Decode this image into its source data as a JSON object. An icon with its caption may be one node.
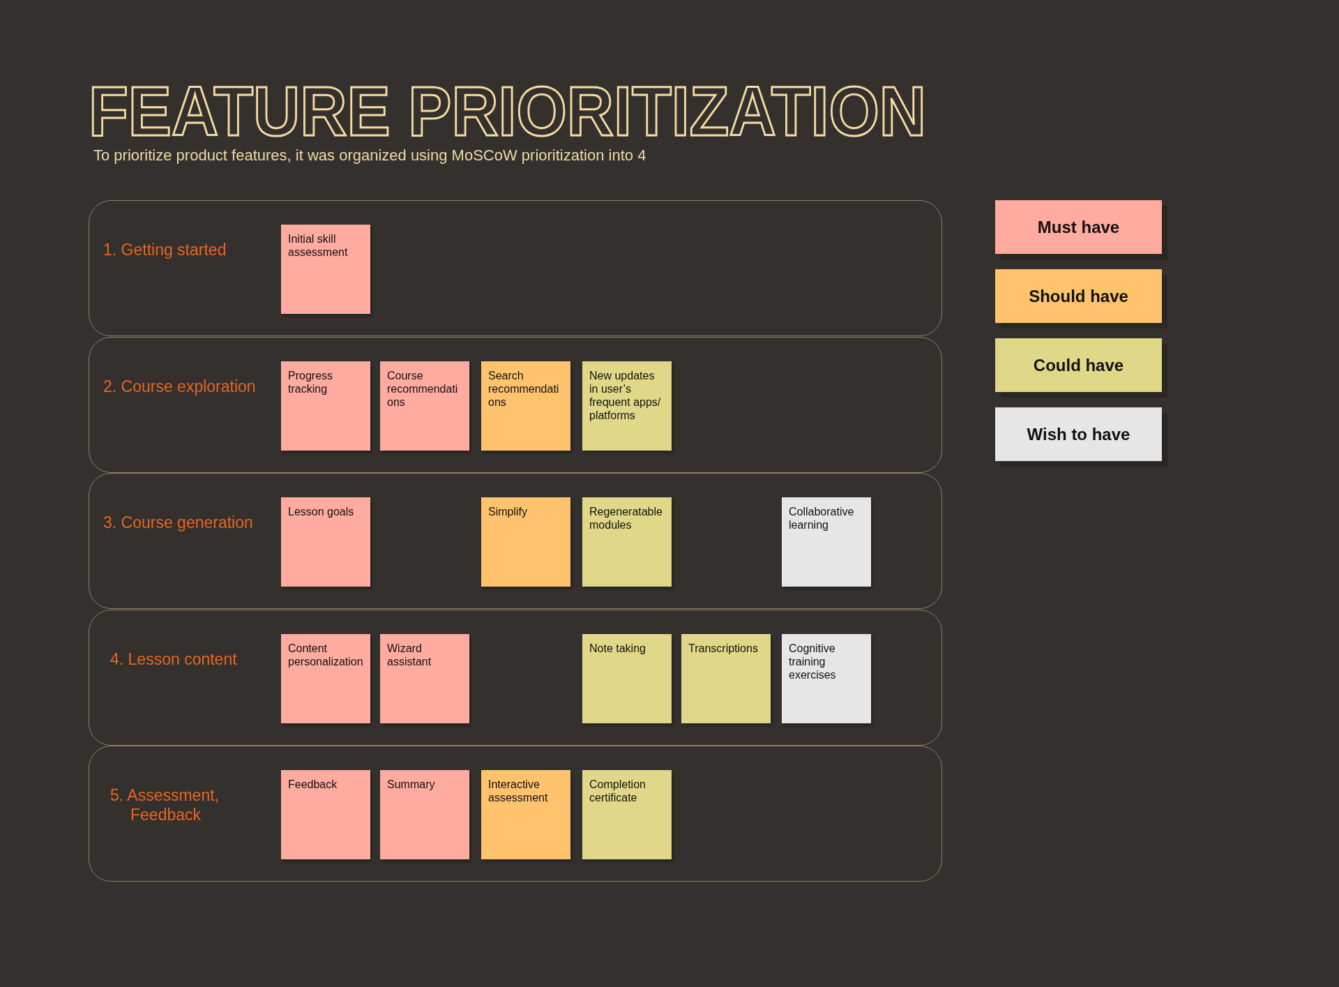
{
  "diagram": {
    "title": "FEATURE PRIORITIZATION",
    "caption": "To prioritize product features, it was organized using MoSCoW prioritization into 4",
    "nodes": [
      {
        "text": [
          "1. Getting started"
        ]
      },
      {
        "text": [
          "Initial skill assessment"
        ],
        "in": 0
      },
      {
        "text": [
          "2. Course exploration"
        ]
      },
      {
        "text": [
          "Progress tracking"
        ],
        "in": 2
      },
      {
        "text": [
          "Course recommendations"
        ],
        "in": 2
      },
      {
        "text": [
          "Search recommendations"
        ],
        "in": 2
      },
      {
        "text": [
          "New updates in user’s frequent apps/ platforms"
        ],
        "in": 2
      },
      {
        "text": [
          "3. Course generation"
        ]
      },
      {
        "text": [
          "Lesson goals"
        ],
        "in": 7
      },
      {
        "text": [
          "Simplify"
        ],
        "in": 7
      },
      {
        "text": [
          "Regeneratable modules"
        ],
        "in": 7
      },
      {
        "text": [
          "Collaborative learning"
        ],
        "in": 7
      },
      {
        "text": [
          "4. Lesson content"
        ]
      },
      {
        "text": [
          "Content personalization"
        ],
        "in": 12
      },
      {
        "text": [
          "Wizard assistant"
        ],
        "in": 12
      },
      {
        "text": [
          "Note taking"
        ],
        "in": 12
      },
      {
        "text": [
          "Transcriptions"
        ],
        "in": 12
      },
      {
        "text": [
          "Cognitive training exercises"
        ],
        "in": 12
      },
      {
        "text": [
          "5. Assessment, Feedback"
        ]
      },
      {
        "text": [
          "Feedback"
        ],
        "in": 18
      },
      {
        "text": [
          "Summary"
        ],
        "in": 18
      },
      {
        "text": [
          "Interactive assessment"
        ],
        "in": 18
      },
      {
        "text": [
          "Completion certificate"
        ],
        "in": 18
      }
    ],
    "legend": [
      {
        "text": "Must have",
        "color": "#ffaba0"
      },
      {
        "text": "Should have",
        "color": "#ffc36e"
      },
      {
        "text": "Could have",
        "color": "#e0d888"
      },
      {
        "text": "Wish to have",
        "color": "#e6e6e6"
      }
    ]
  }
}
